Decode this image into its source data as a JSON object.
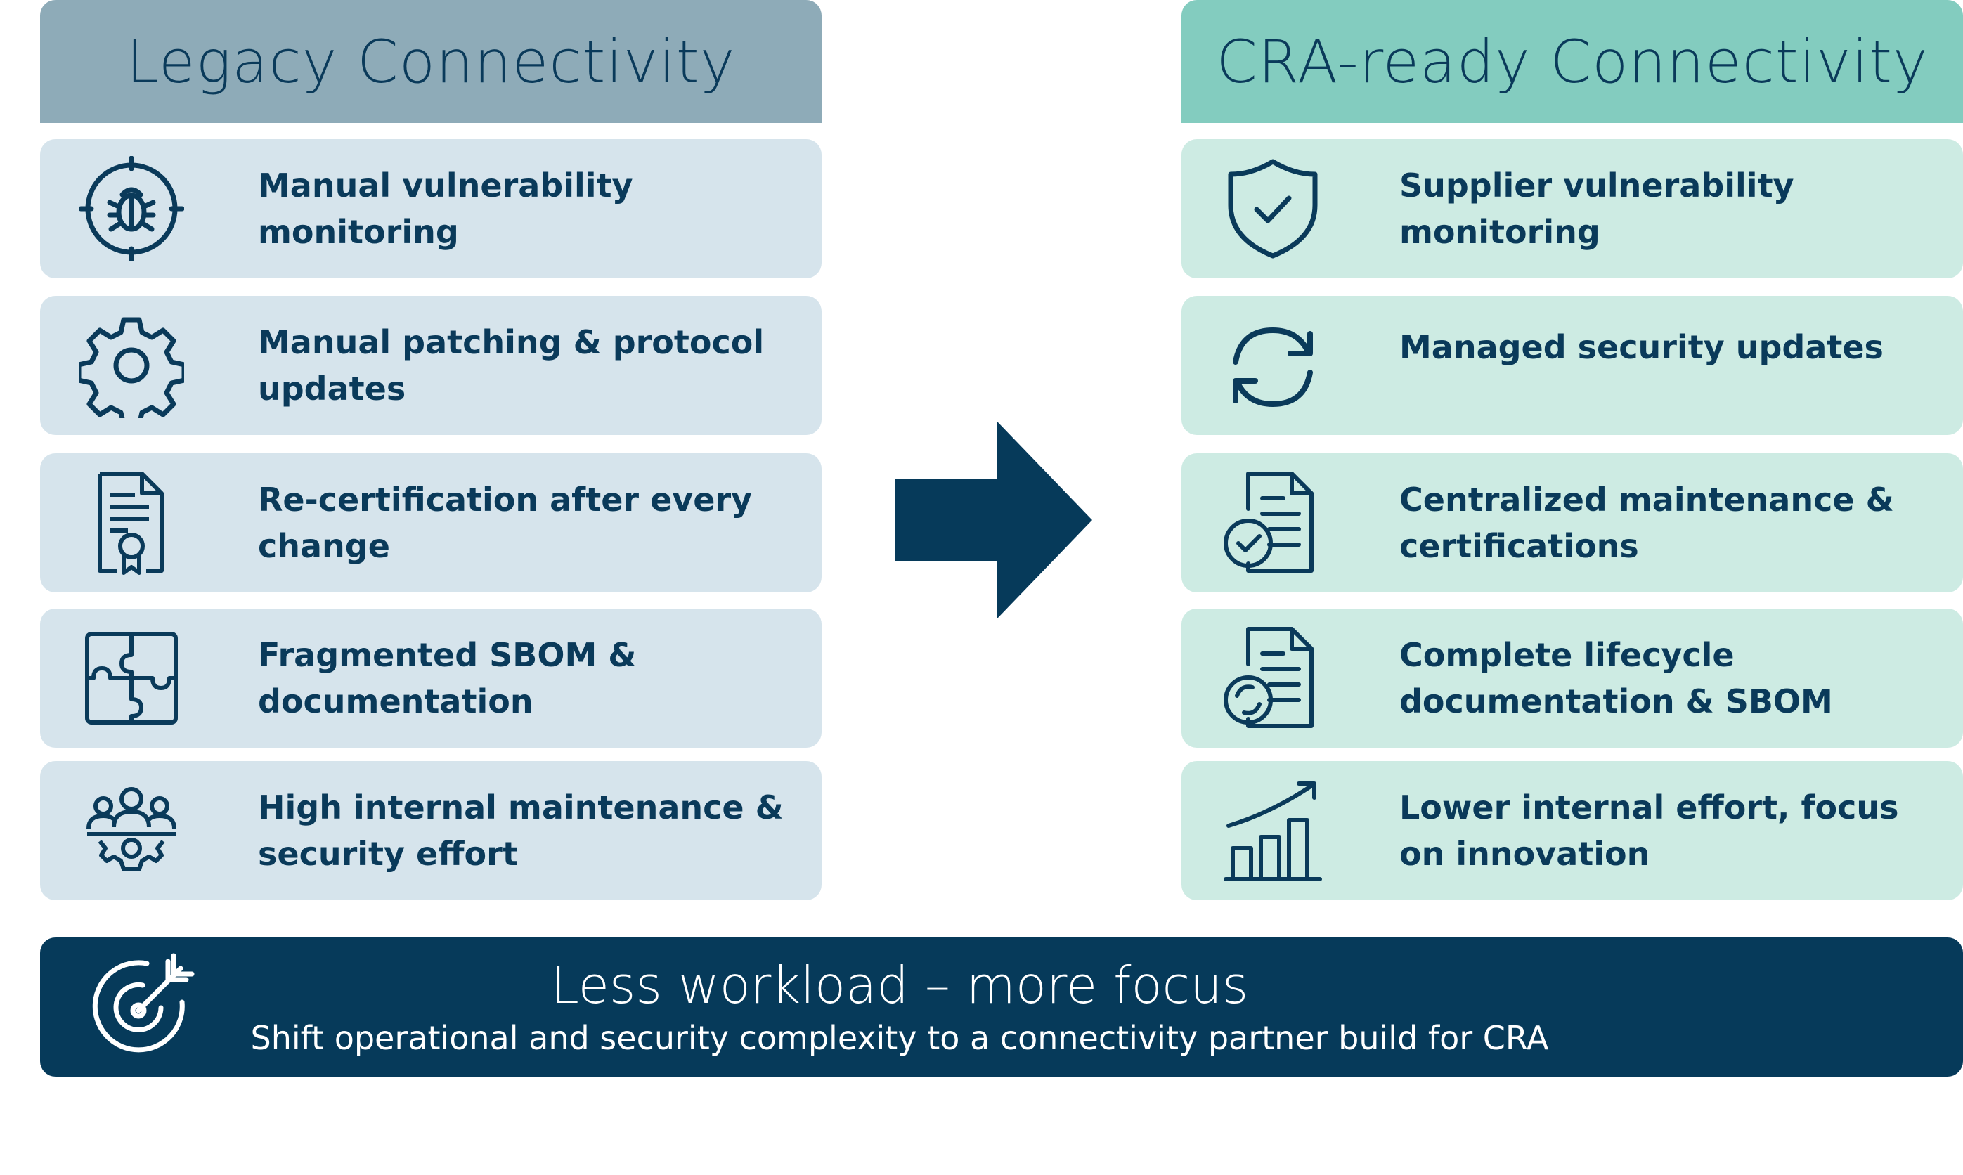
{
  "legacy": {
    "header": "Legacy Connectivity",
    "items": [
      {
        "label": "Manual vulnerability monitoring",
        "icon": "bug-target-icon"
      },
      {
        "label": "Manual patching & protocol updates",
        "icon": "gear-icon"
      },
      {
        "label": "Re-certification after every change",
        "icon": "certificate-document-icon"
      },
      {
        "label": "Fragmented SBOM & documentation",
        "icon": "puzzle-icon"
      },
      {
        "label": "High internal maintenance & security effort",
        "icon": "team-gear-icon"
      }
    ]
  },
  "cra_ready": {
    "header": "CRA-ready Connectivity",
    "items": [
      {
        "label": "Supplier vulnerability monitoring",
        "icon": "shield-check-icon"
      },
      {
        "label": "Managed security updates",
        "icon": "refresh-icon"
      },
      {
        "label": "Centralized maintenance & certifications",
        "icon": "document-check-icon"
      },
      {
        "label": "Complete lifecycle documentation & SBOM",
        "icon": "document-sync-icon"
      },
      {
        "label": "Lower internal effort, focus on innovation",
        "icon": "growth-chart-icon"
      }
    ]
  },
  "banner": {
    "title": "Less workload – more focus",
    "subtitle": "Shift operational and security complexity to a connectivity partner build for CRA",
    "icon": "target-arrow-icon"
  },
  "colors": {
    "navy": "#0a3a5a",
    "legacy_header": "#8eabb8",
    "legacy_card": "#d6e4ec",
    "cra_header": "#83ccbf",
    "cra_card": "#cdebe3",
    "banner": "#063a5a"
  }
}
